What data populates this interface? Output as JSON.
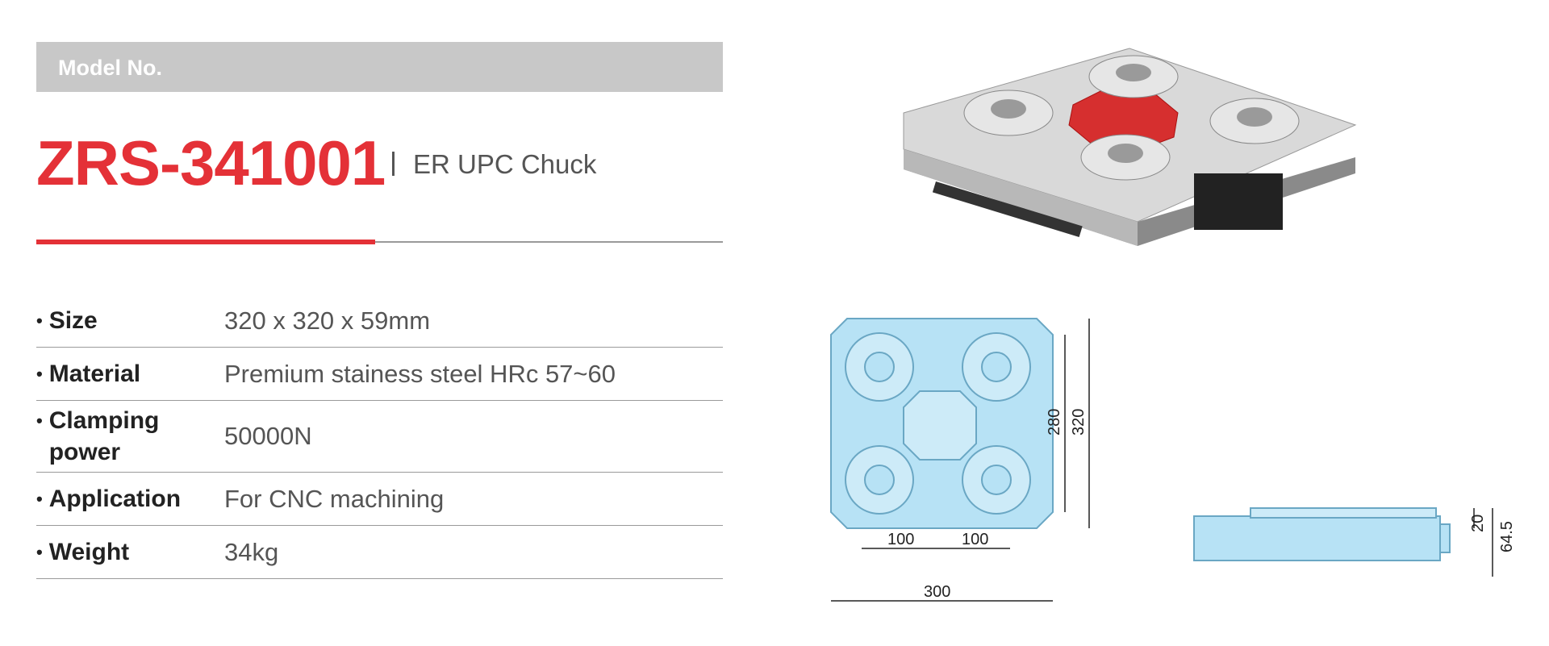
{
  "header": {
    "model_label": "Model No.",
    "model_number": "ZRS-341001",
    "product_type": "ER UPC Chuck"
  },
  "specs": [
    {
      "bullet": "•",
      "label": "Size",
      "value": "320 x 320 x 59mm"
    },
    {
      "bullet": "•",
      "label": "Material",
      "value": "Premium stainess steel HRc 57~60"
    },
    {
      "bullet": "•",
      "label": "Clamping power",
      "value": "50000N"
    },
    {
      "bullet": "•",
      "label": "Application",
      "value": "For CNC machining"
    },
    {
      "bullet": "•",
      "label": "Weight",
      "value": "34kg"
    }
  ],
  "drawing": {
    "dim_280": "280",
    "dim_320": "320",
    "dim_100_left": "100",
    "dim_100_right": "100",
    "dim_300": "300",
    "dim_20": "20",
    "dim_64_5": "64.5"
  },
  "colors": {
    "accent": "#e43137",
    "model_bar": "#c8c8c8",
    "drawing_fill": "#b7e2f5",
    "drawing_stroke": "#6aa7c4",
    "center_plate": "#d62f2f"
  }
}
